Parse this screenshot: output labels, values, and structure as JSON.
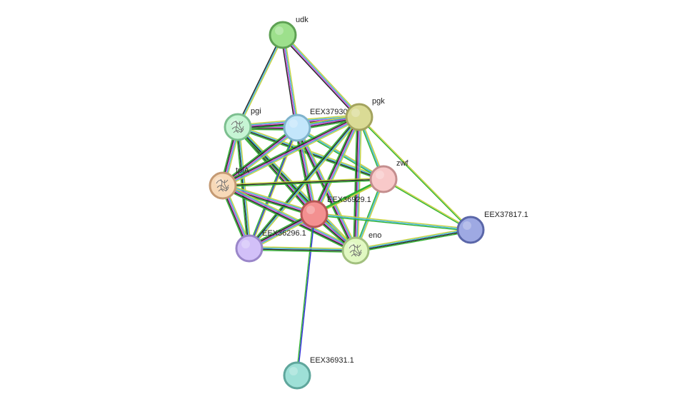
{
  "network": {
    "nodes": [
      {
        "id": "udk",
        "label": "udk",
        "fill": "#9de08c",
        "stroke": "#5ea154",
        "icon": ""
      },
      {
        "id": "pgi",
        "label": "pgi",
        "fill": "#c6f5d4",
        "stroke": "#7cbf8f",
        "icon": "protein-structure-icon"
      },
      {
        "id": "EEX37930.1",
        "label": "EEX37930.1",
        "fill": "#c3e6fb",
        "stroke": "#7fb3cc",
        "icon": ""
      },
      {
        "id": "pgk",
        "label": "pgk",
        "fill": "#dadb95",
        "stroke": "#a3a35e",
        "icon": ""
      },
      {
        "id": "tpiA",
        "label": "tpiA",
        "fill": "#f7d9b8",
        "stroke": "#c49a74",
        "icon": "protein-structure-icon"
      },
      {
        "id": "zwf",
        "label": "zwf",
        "fill": "#f8c9c9",
        "stroke": "#c48e8e",
        "icon": ""
      },
      {
        "id": "EEX36929.1",
        "label": "EEX36929.1",
        "fill": "#f39090",
        "stroke": "#b85656",
        "icon": ""
      },
      {
        "id": "EEX36296.1",
        "label": "EEX36296.1",
        "fill": "#d2c0f8",
        "stroke": "#9a86c9",
        "icon": ""
      },
      {
        "id": "eno",
        "label": "eno",
        "fill": "#e1f8c2",
        "stroke": "#a2c07f",
        "icon": "protein-structure-icon"
      },
      {
        "id": "EEX37817.1",
        "label": "EEX37817.1",
        "fill": "#9ea9e3",
        "stroke": "#5a66a8",
        "icon": ""
      },
      {
        "id": "EEX36931.1",
        "label": "EEX36931.1",
        "fill": "#9ee0d7",
        "stroke": "#5fa69c",
        "icon": ""
      }
    ],
    "edges": [
      {
        "a": "udk",
        "b": "pgi",
        "colors": [
          "#c8d23c",
          "#3cb4dc",
          "#222222"
        ]
      },
      {
        "a": "udk",
        "b": "EEX37930.1",
        "colors": [
          "#c8d23c",
          "#3cb4dc",
          "#d24bd2",
          "#222222"
        ]
      },
      {
        "a": "udk",
        "b": "pgk",
        "colors": [
          "#c8d23c",
          "#3cb4dc",
          "#d24bd2",
          "#222222"
        ]
      },
      {
        "a": "pgi",
        "b": "EEX37930.1",
        "colors": [
          "#c8d23c",
          "#3cb4dc",
          "#d24bd2",
          "#222222",
          "#2fb12f"
        ]
      },
      {
        "a": "pgi",
        "b": "pgk",
        "colors": [
          "#c8d23c",
          "#3cb4dc",
          "#d24bd2",
          "#222222",
          "#2fb12f"
        ]
      },
      {
        "a": "pgi",
        "b": "tpiA",
        "colors": [
          "#c8d23c",
          "#3cb4dc",
          "#d24bd2",
          "#222222",
          "#2fb12f"
        ]
      },
      {
        "a": "pgi",
        "b": "zwf",
        "colors": [
          "#c8d23c",
          "#3cb4dc",
          "#222222",
          "#2fb12f"
        ]
      },
      {
        "a": "pgi",
        "b": "EEX36929.1",
        "colors": [
          "#c8d23c",
          "#3cb4dc",
          "#d24bd2",
          "#222222",
          "#2fb12f"
        ]
      },
      {
        "a": "pgi",
        "b": "EEX36296.1",
        "colors": [
          "#c8d23c",
          "#3cb4dc",
          "#222222",
          "#2fb12f"
        ]
      },
      {
        "a": "pgi",
        "b": "eno",
        "colors": [
          "#c8d23c",
          "#3cb4dc",
          "#222222",
          "#2fb12f"
        ]
      },
      {
        "a": "EEX37930.1",
        "b": "pgk",
        "colors": [
          "#c8d23c",
          "#3cb4dc",
          "#d24bd2",
          "#222222",
          "#2fb12f"
        ]
      },
      {
        "a": "EEX37930.1",
        "b": "tpiA",
        "colors": [
          "#c8d23c",
          "#3cb4dc",
          "#d24bd2",
          "#222222",
          "#2fb12f"
        ]
      },
      {
        "a": "EEX37930.1",
        "b": "zwf",
        "colors": [
          "#c8d23c",
          "#3cb4dc",
          "#2fb12f"
        ]
      },
      {
        "a": "EEX37930.1",
        "b": "EEX36929.1",
        "colors": [
          "#c8d23c",
          "#3cb4dc",
          "#d24bd2",
          "#222222",
          "#2fb12f"
        ]
      },
      {
        "a": "EEX37930.1",
        "b": "EEX36296.1",
        "colors": [
          "#c8d23c",
          "#2a2ad6",
          "#2fb12f"
        ]
      },
      {
        "a": "EEX37930.1",
        "b": "eno",
        "colors": [
          "#c8d23c",
          "#3cb4dc",
          "#d24bd2",
          "#222222",
          "#2fb12f"
        ]
      },
      {
        "a": "pgk",
        "b": "tpiA",
        "colors": [
          "#c8d23c",
          "#3cb4dc",
          "#d24bd2",
          "#222222",
          "#2fb12f"
        ]
      },
      {
        "a": "pgk",
        "b": "zwf",
        "colors": [
          "#c8d23c",
          "#3cb4dc",
          "#2fb12f"
        ]
      },
      {
        "a": "pgk",
        "b": "EEX36929.1",
        "colors": [
          "#c8d23c",
          "#3cb4dc",
          "#d24bd2",
          "#222222",
          "#2fb12f"
        ]
      },
      {
        "a": "pgk",
        "b": "EEX36296.1",
        "colors": [
          "#c8d23c",
          "#3cb4dc",
          "#222222",
          "#2fb12f"
        ]
      },
      {
        "a": "pgk",
        "b": "eno",
        "colors": [
          "#c8d23c",
          "#3cb4dc",
          "#d24bd2",
          "#222222",
          "#2fb12f"
        ]
      },
      {
        "a": "pgk",
        "b": "EEX37817.1",
        "colors": [
          "#c8d23c",
          "#2fb12f"
        ]
      },
      {
        "a": "tpiA",
        "b": "zwf",
        "colors": [
          "#c8d23c",
          "#222222",
          "#2fb12f"
        ]
      },
      {
        "a": "tpiA",
        "b": "EEX36929.1",
        "colors": [
          "#c8d23c",
          "#3cb4dc",
          "#d24bd2",
          "#222222",
          "#2fb12f"
        ]
      },
      {
        "a": "tpiA",
        "b": "EEX36296.1",
        "colors": [
          "#c8d23c",
          "#3cb4dc",
          "#d24bd2",
          "#222222",
          "#2fb12f"
        ]
      },
      {
        "a": "tpiA",
        "b": "eno",
        "colors": [
          "#c8d23c",
          "#3cb4dc",
          "#d24bd2",
          "#222222",
          "#2fb12f"
        ]
      },
      {
        "a": "zwf",
        "b": "EEX36929.1",
        "colors": [
          "#c8d23c",
          "#3cb4dc",
          "#2fb12f"
        ]
      },
      {
        "a": "zwf",
        "b": "EEX36296.1",
        "colors": [
          "#c8d23c",
          "#2fb12f"
        ]
      },
      {
        "a": "zwf",
        "b": "eno",
        "colors": [
          "#c8d23c",
          "#3cb4dc",
          "#2fb12f"
        ]
      },
      {
        "a": "zwf",
        "b": "EEX37817.1",
        "colors": [
          "#c8d23c",
          "#2fb12f"
        ]
      },
      {
        "a": "EEX36929.1",
        "b": "EEX36296.1",
        "colors": [
          "#c8d23c",
          "#3cb4dc",
          "#d24bd2",
          "#222222",
          "#2fb12f"
        ]
      },
      {
        "a": "EEX36929.1",
        "b": "eno",
        "colors": [
          "#c8d23c",
          "#3cb4dc",
          "#d24bd2",
          "#222222",
          "#2fb12f"
        ]
      },
      {
        "a": "EEX36929.1",
        "b": "EEX37817.1",
        "colors": [
          "#c8d23c",
          "#3cb4dc",
          "#2fb12f"
        ]
      },
      {
        "a": "EEX36929.1",
        "b": "EEX36931.1",
        "colors": [
          "#2a2ad6",
          "#2fb12f"
        ]
      },
      {
        "a": "EEX36296.1",
        "b": "eno",
        "colors": [
          "#c8d23c",
          "#3cb4dc",
          "#222222",
          "#2fb12f"
        ]
      },
      {
        "a": "eno",
        "b": "EEX37817.1",
        "colors": [
          "#c8d23c",
          "#3cb4dc",
          "#222222",
          "#2fb12f"
        ]
      }
    ]
  }
}
